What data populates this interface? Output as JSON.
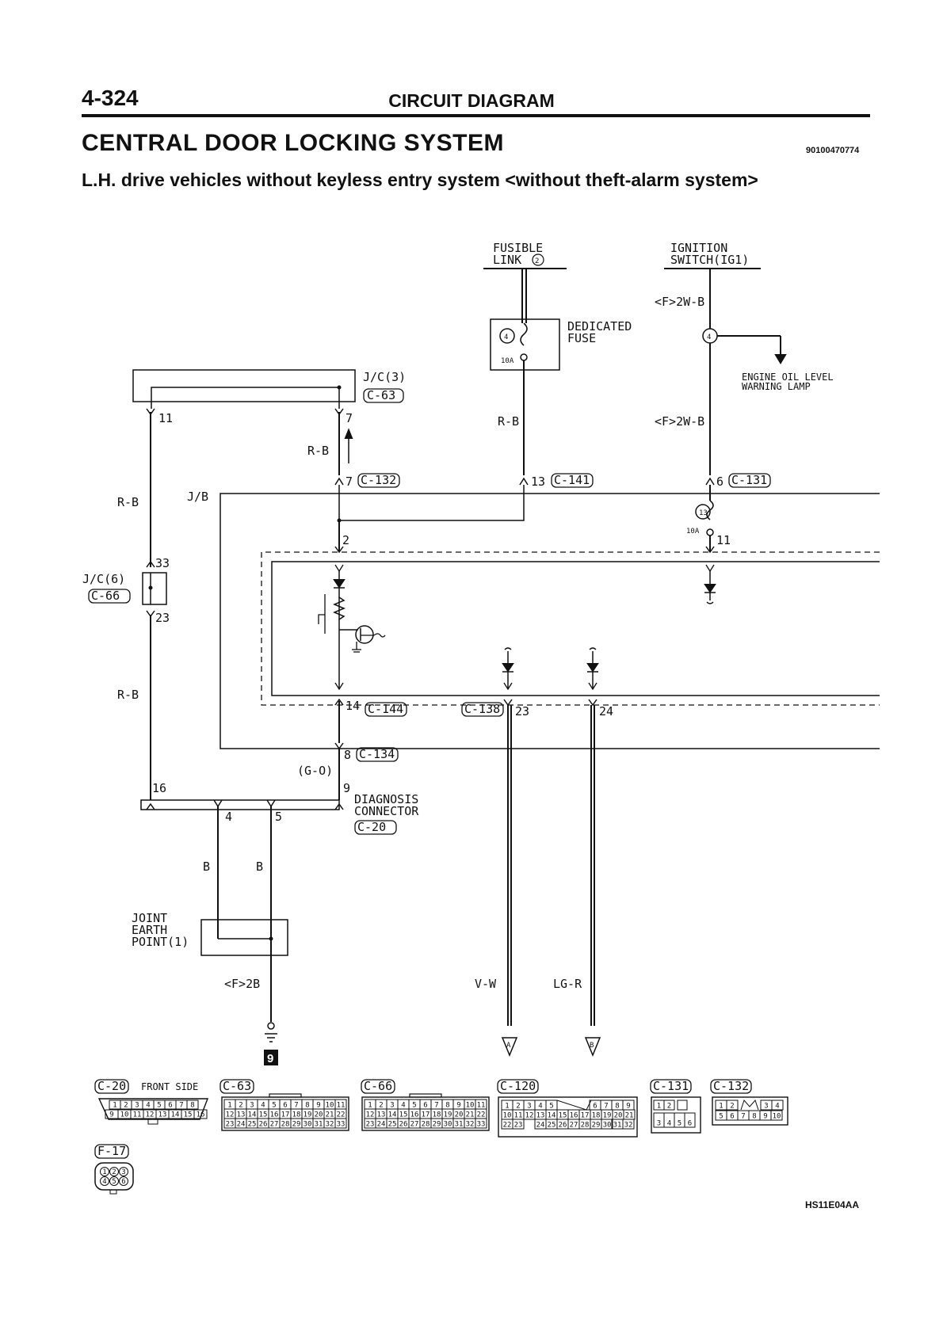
{
  "header": {
    "page_number": "4-324",
    "section": "CIRCUIT DIAGRAM",
    "title": "CENTRAL DOOR LOCKING SYSTEM",
    "doc_number": "90100470774",
    "subtitle": "L.H. drive vehicles without keyless entry system <without theft-alarm system>"
  },
  "top_sources": {
    "fusible_link_line1": "FUSIBLE",
    "fusible_link_line2": "LINK",
    "fusible_link_num": "2",
    "ignition_line1": "IGNITION",
    "ignition_line2": "SWITCH(IG1)",
    "dedicated_fuse_line1": "DEDICATED",
    "dedicated_fuse_line2": "FUSE",
    "dedicated_fuse_num": "4",
    "dedicated_fuse_rating": "10A",
    "ign_wire_top": "<F>2W-B",
    "ign_wire_lower": "<F>2W-B",
    "ign_node": "4",
    "engine_oil_line1": "ENGINE OIL LEVEL",
    "engine_oil_line2": "WARNING LAMP"
  },
  "jc3": {
    "label": "J/C(3)",
    "connector": "C-63",
    "pin_left": "11",
    "pin_right": "7"
  },
  "wires": {
    "rb_short": "R-B",
    "rb_left_upper": "R-B",
    "rb_left_lower": "R-B",
    "rb_fuse": "R-B",
    "g_o": "(G-O)",
    "b_left": "B",
    "b_right": "B",
    "earth_wire": "<F>2B",
    "vw": "V-W",
    "lgr": "LG-R"
  },
  "jb": {
    "label": "J/B",
    "pin_7": "7",
    "conn_132": "C-132",
    "pin_13": "13",
    "conn_141": "C-141",
    "pin_6": "6",
    "conn_131": "C-131",
    "pin_2": "2",
    "fuse_num": "13",
    "fuse_rating": "10A",
    "pin_11": "11",
    "pin_14": "14",
    "conn_144": "C-144",
    "conn_138": "C-138",
    "pin_23": "23",
    "pin_24": "24",
    "pin_8": "8",
    "conn_134": "C-134"
  },
  "jc6": {
    "label": "J/C(6)",
    "connector": "C-66",
    "pin_33": "33",
    "pin_23": "23"
  },
  "diagnosis": {
    "label_line1": "DIAGNOSIS",
    "label_line2": "CONNECTOR",
    "connector": "C-20",
    "pin_16": "16",
    "pin_9": "9",
    "pin_4": "4",
    "pin_5": "5"
  },
  "earth": {
    "label_line1": "JOINT",
    "label_line2": "EARTH",
    "label_line3": "POINT(1)",
    "ground_num": "9"
  },
  "outputs": {
    "a": "A",
    "b": "B"
  },
  "connector_views": {
    "c20_label": "C-20",
    "c20_side": "FRONT SIDE",
    "c20_row1": [
      "1",
      "2",
      "3",
      "4",
      "5",
      "6",
      "7",
      "8"
    ],
    "c20_row2": [
      "9",
      "10",
      "11",
      "12",
      "13",
      "14",
      "15",
      "16"
    ],
    "c63_label": "C-63",
    "c66_label": "C-66",
    "row1_11": [
      "1",
      "2",
      "3",
      "4",
      "5",
      "6",
      "7",
      "8",
      "9",
      "10",
      "11"
    ],
    "row2_11": [
      "12",
      "13",
      "14",
      "15",
      "16",
      "17",
      "18",
      "19",
      "20",
      "21",
      "22"
    ],
    "row3_11": [
      "23",
      "24",
      "25",
      "26",
      "27",
      "28",
      "29",
      "30",
      "31",
      "32",
      "33"
    ],
    "c120_label": "C-120",
    "c120_row1a": [
      "1",
      "2",
      "3",
      "4",
      "5"
    ],
    "c120_row1b": [
      "6",
      "7",
      "8",
      "9"
    ],
    "c120_row2": [
      "10",
      "11",
      "12",
      "13",
      "14",
      "15",
      "16",
      "17",
      "18",
      "19",
      "20",
      "21"
    ],
    "c120_row3a": [
      "22",
      "23"
    ],
    "c120_row3b": [
      "24",
      "25",
      "26",
      "27",
      "28",
      "29",
      "30"
    ],
    "c120_row3c": [
      "31",
      "32"
    ],
    "c131_label": "C-131",
    "c131_top": [
      "1",
      "2"
    ],
    "c131_bottom": [
      "3",
      "4",
      "5",
      "6"
    ],
    "c132_label": "C-132",
    "c132_top_a": [
      "1",
      "2"
    ],
    "c132_top_b": [
      "3",
      "4"
    ],
    "c132_bottom": [
      "5",
      "6",
      "7",
      "8",
      "9",
      "10"
    ],
    "f17_label": "F-17",
    "f17_pins": [
      "1",
      "2",
      "3",
      "4",
      "5",
      "6"
    ]
  },
  "footer": {
    "figure_code": "HS11E04AA"
  }
}
